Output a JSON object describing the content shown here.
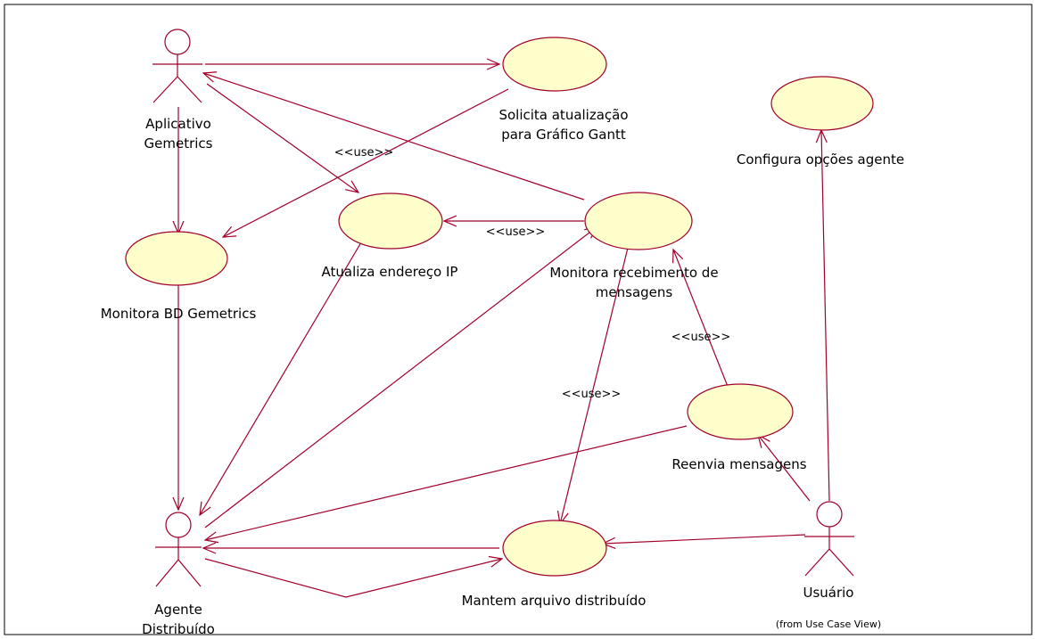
{
  "diagram": {
    "actors": {
      "aplicativo": [
        "Aplicativo",
        "Gemetrics"
      ],
      "agente": [
        "Agente",
        "Distribuído"
      ],
      "usuario": [
        "Usuário"
      ],
      "usuario_note": "(from Use Case View)"
    },
    "use_cases": {
      "solicita": [
        "Solicita atualização",
        "para Gráfico Gantt"
      ],
      "configura": "Configura opções agente",
      "atualiza_ip": "Atualiza endereço IP",
      "monitora_bd": "Monitora BD Gemetrics",
      "monitora_msg": [
        "Monitora recebimento de",
        "mensagens"
      ],
      "reenvia": "Reenvia mensagens",
      "mantem": "Mantem arquivo distribuído"
    },
    "stereotypes": {
      "use_1": "<<use>>",
      "use_2": "<<use>>",
      "use_3": "<<use>>",
      "use_4": "<<use>>"
    }
  },
  "colors": {
    "line": "#a0002a",
    "use_case_fill": "#ffffcc"
  }
}
